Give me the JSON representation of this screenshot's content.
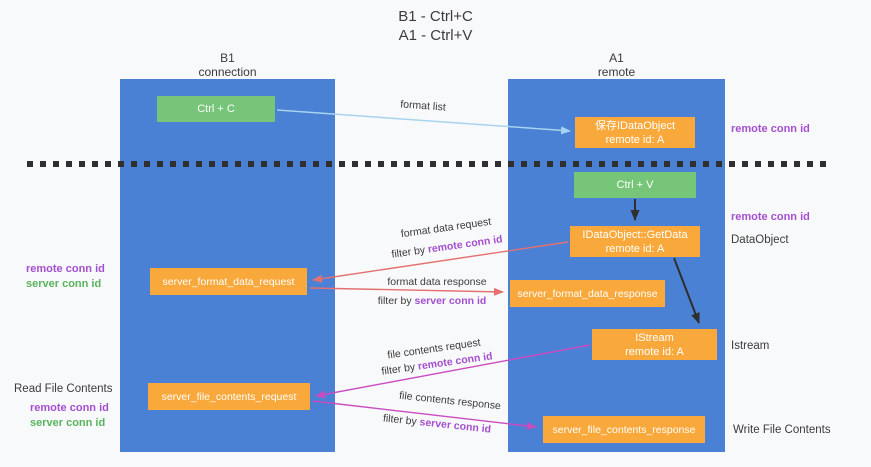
{
  "title": {
    "line1": "B1 - Ctrl+C",
    "line2": "A1 - Ctrl+V"
  },
  "columns": {
    "left": {
      "name": "B1",
      "role": "connection"
    },
    "right": {
      "name": "A1",
      "role": "remote"
    }
  },
  "nodes": {
    "ctrl_c": {
      "label": "Ctrl + C"
    },
    "ctrl_v": {
      "label": "Ctrl + V"
    },
    "save_idataobject": {
      "line1": "保存IDataObject",
      "line2": "remote id: A"
    },
    "getdata": {
      "line1": "IDataObject::GetData",
      "line2": "remote id: A"
    },
    "istream": {
      "line1": "IStream",
      "line2": "remote id: A"
    },
    "server_format_data_request": {
      "label": "server_format_data_request"
    },
    "server_format_data_response": {
      "label": "server_format_data_response"
    },
    "server_file_contents_request": {
      "label": "server_file_contents_request"
    },
    "server_file_contents_response": {
      "label": "server_file_contents_response"
    }
  },
  "edge_labels": {
    "format_list": "format list",
    "format_data_request": "format data request",
    "format_data_response": "format data response",
    "file_contents_request": "file contents request",
    "file_contents_response": "file contents response",
    "filter_by": "filter by",
    "remote_conn_id": "remote conn id",
    "server_conn_id": "server conn id"
  },
  "side_labels": {
    "remote_conn_id": "remote conn id",
    "server_conn_id": "server conn id",
    "dataobject": "DataObject",
    "istream": "Istream",
    "read_file_contents": "Read File Contents",
    "write_file_contents": "Write File Contents"
  },
  "colors": {
    "column_blue": "#4a81d4",
    "node_green": "#77c578",
    "node_orange": "#f9a83c",
    "arrow_salmon": "#e57070",
    "arrow_magenta": "#cb4bc0",
    "arrow_lightblue": "#a8d3f0",
    "arrow_black": "#2f2f2f",
    "label_purple": "#a44fcf",
    "label_green": "#58b35e",
    "text_dark": "#3b3b3b"
  }
}
